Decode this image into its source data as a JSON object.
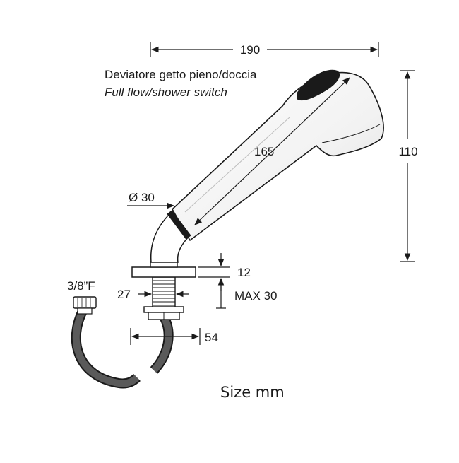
{
  "caption": {
    "it": "Deviatore getto pieno/doccia",
    "en": "Full flow/shower switch"
  },
  "dimensions": {
    "width": "190",
    "height": "110",
    "length": "165",
    "diameter": "Ø 30",
    "flange_thickness": "12",
    "max_thickness": "MAX 30",
    "thread_diameter": "27",
    "base_width": "54",
    "hose_thread": "3/8”F"
  },
  "footer": "Size mm",
  "colors": {
    "line": "#1a1a1a",
    "hose": "#555555",
    "background": "#ffffff"
  }
}
